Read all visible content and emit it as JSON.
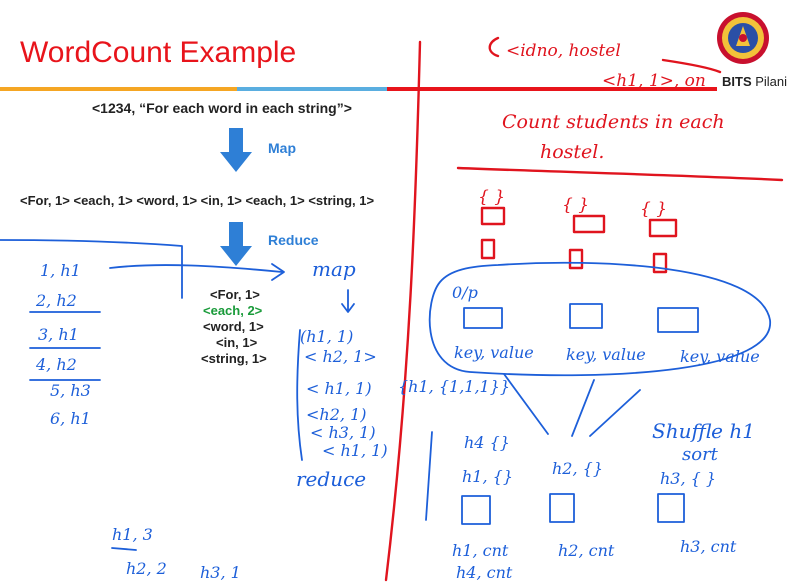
{
  "slide": {
    "title": "WordCount Example",
    "brand_bold": "BITS",
    "brand_rest": " Pilani",
    "input_record": "<1234, “For each word in each string”>",
    "map_label": "Map",
    "map_output": "<For, 1> <each, 1> <word, 1> <in, 1> <each, 1> <string, 1>",
    "reduce_label": "Reduce",
    "reduce_output": [
      "<For, 1>",
      "<each, 2>",
      "<word, 1>",
      "<in, 1>",
      "<string, 1>"
    ],
    "highlight_color": "#1a9b3a",
    "title_color": "#e8141b",
    "arrow_color": "#2e7fd6"
  },
  "annotations": {
    "red_header_1": "<idno, hostel",
    "red_header_2": "<h1, 1>, on",
    "red_note_1": "Count students in each",
    "red_note_2": "hostel.",
    "red_pairs": [
      "{ }",
      "{ }",
      "{ }"
    ],
    "blue_left_list": [
      "1, h1",
      "2, h2",
      "3, h1",
      "4, h2",
      "5, h3",
      "6, h1"
    ],
    "blue_map": "map",
    "blue_map_pairs": [
      "(h1, 1)",
      "< h2, 1>"
    ],
    "blue_sort_pairs": [
      "< h1, 1)",
      "<h2, 1)",
      "< h3, 1)",
      "< h1, 1)"
    ],
    "blue_grouped": "{h1, {1,1,1}}",
    "blue_reduce": "reduce",
    "blue_op": "0/p",
    "blue_keyvalues": [
      "key, value",
      "key, value",
      "key, value"
    ],
    "blue_shuffle": "Shuffle h1",
    "blue_sort": "sort",
    "blue_group_top": "h4 {}",
    "blue_groups": [
      "h1, {}",
      "h2, {}",
      "h3, {  }"
    ],
    "blue_counts": [
      "h1, cnt",
      "h2, cnt",
      "h3, cnt"
    ],
    "blue_counts_extra": [
      "h4, cnt"
    ],
    "blue_bottom": [
      "h1, 3",
      "h2, 2",
      "h3, 1"
    ]
  }
}
